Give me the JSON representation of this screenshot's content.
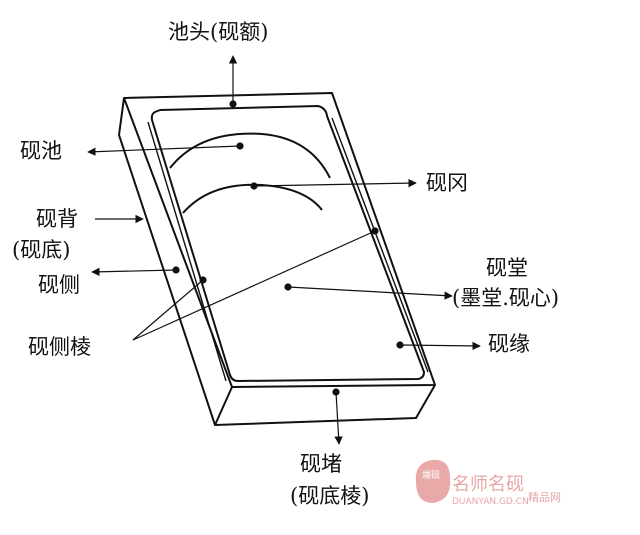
{
  "labels": {
    "chitou": "池头(砚额)",
    "yanchi": "砚池",
    "yangang": "砚冈",
    "yanbei": "砚背",
    "yandi_paren": "(砚底)",
    "yance": "砚侧",
    "yantang": "砚堂",
    "motang": "(墨堂.砚心)",
    "yanyuan": "砚缘",
    "yancelen": "砚侧棱",
    "yandu": "砚堵",
    "yandileng": "(砚底棱)"
  },
  "watermark": {
    "seal_text": "端砚",
    "brand": "名师名砚",
    "suffix": "精品网",
    "url": "DUANYAN.GD.CN"
  },
  "colors": {
    "ink": "#111111",
    "watermark": "#e8a7a7"
  }
}
